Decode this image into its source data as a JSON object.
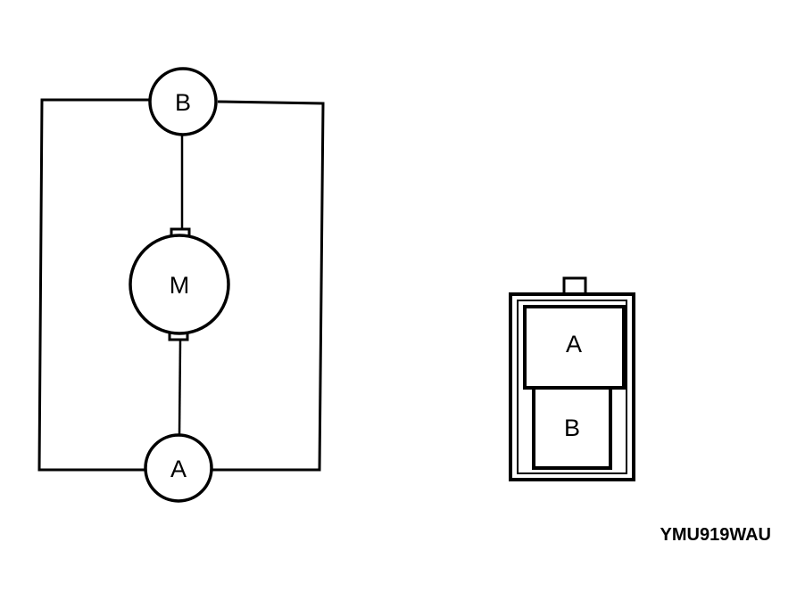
{
  "circuit": {
    "terminal_top_label": "B",
    "motor_label": "M",
    "terminal_bottom_label": "A"
  },
  "connector": {
    "pin_a_label": "A",
    "pin_b_label": "B"
  },
  "figure_code": "YMU919WAU"
}
